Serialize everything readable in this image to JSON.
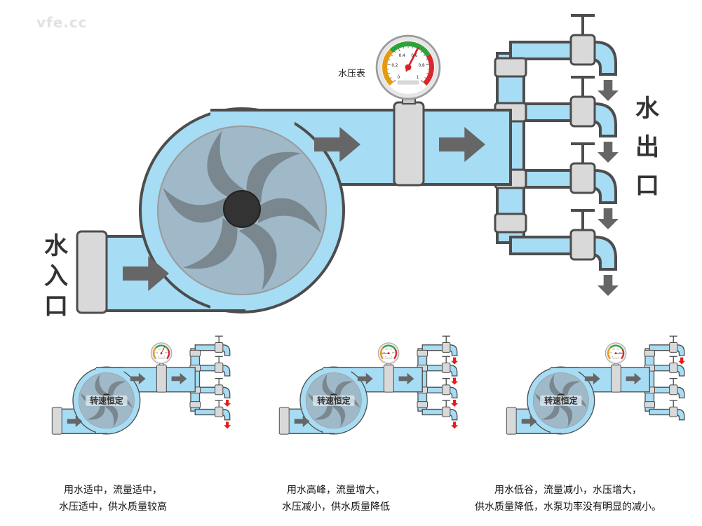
{
  "watermark": "vfe.cc",
  "main": {
    "gauge_label": "水压表",
    "inlet_label": [
      "水",
      "入",
      "口"
    ],
    "outlet_label": [
      "水",
      "出",
      "口"
    ],
    "gauge_ticks": [
      "0",
      "0.2",
      "0.4",
      "0.6",
      "0.8",
      "1"
    ],
    "gauge_value": 0.6
  },
  "panels": [
    {
      "rpm_label": "转速恒定",
      "gauge_value": 0.6,
      "caption": [
        "用水适中，流量适中，",
        "水压适中，供水质量较高"
      ],
      "tap_flow": [
        "none",
        "none",
        "red",
        "red"
      ]
    },
    {
      "rpm_label": "转速恒定",
      "gauge_value": 0.15,
      "caption": [
        "用水高峰，流量增大，",
        "水压减小，供水质量降低"
      ],
      "tap_flow": [
        "red",
        "red",
        "red",
        "red"
      ]
    },
    {
      "rpm_label": "转速恒定",
      "gauge_value": 0.85,
      "caption": [
        "用水低谷，流量减小，水压增大，",
        "供水质量降低，水泵功率没有明显的减小。"
      ],
      "tap_flow": [
        "red",
        "none",
        "none",
        "none"
      ]
    }
  ],
  "colors": {
    "water": "#a6dcf4",
    "pipe_border": "#4d4d4d",
    "pump_face": "#9fb9c9",
    "impeller": "#7a878f",
    "arrow": "#666666",
    "gauge_green": "#2ea33a",
    "gauge_orange": "#e59a12",
    "gauge_red": "#d9272e",
    "needle_red": "#d81f26"
  }
}
